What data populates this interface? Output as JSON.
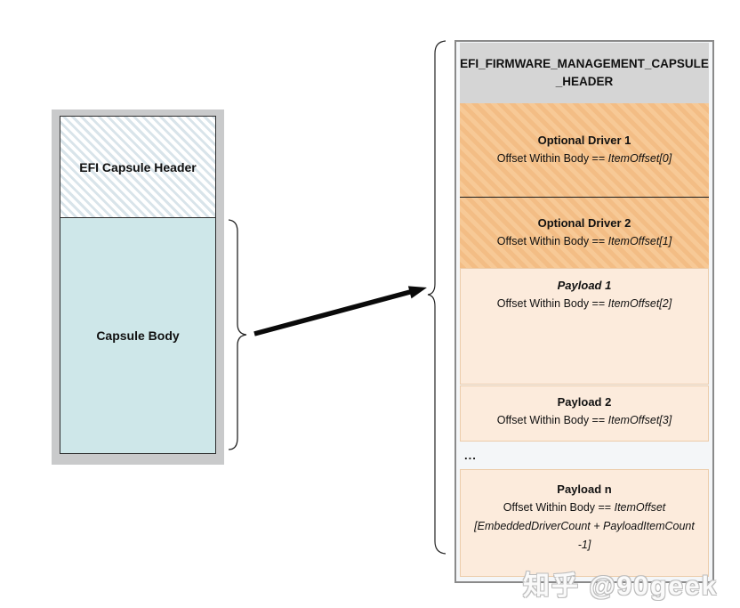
{
  "left_capsule": {
    "header_label": "EFI Capsule Header",
    "body_label": "Capsule Body"
  },
  "right_capsule": {
    "header_title": "EFI_FIRMWARE_MANAGEMENT_CAPSULE\n_HEADER",
    "sections": [
      {
        "title": "Optional Driver 1",
        "offset_prefix": "Offset Within Body == ",
        "offset_value": "ItemOffset[0]"
      },
      {
        "title": "Optional Driver 2",
        "offset_prefix": "Offset Within Body == ",
        "offset_value": "ItemOffset[1]"
      },
      {
        "title": "Payload 1",
        "offset_prefix": "Offset Within Body == ",
        "offset_value": "ItemOffset[2]"
      },
      {
        "title": "Payload 2",
        "offset_prefix": "Offset Within Body == ",
        "offset_value": "ItemOffset[3]"
      },
      {
        "title": "Payload n",
        "offset_prefix": "Offset Within Body == ",
        "offset_value": "ItemOffset\n[EmbeddedDriverCount + PayloadItemCount\n-1]"
      }
    ],
    "ellipsis": "..."
  },
  "watermark": "知乎 @90geek",
  "colors": {
    "frame_gray": "#c9cacb",
    "header_gray": "#d5d5d5",
    "capsule_body_teal": "#cee7e9",
    "header_hatch_blue": "#d9e4ea",
    "driver_orange_base": "#f3bd85",
    "driver_orange_stripe": "#f7c996",
    "payload_fill": "#fcebdc",
    "payload_border": "#ecccaa",
    "container_border": "#8a8a8a"
  }
}
